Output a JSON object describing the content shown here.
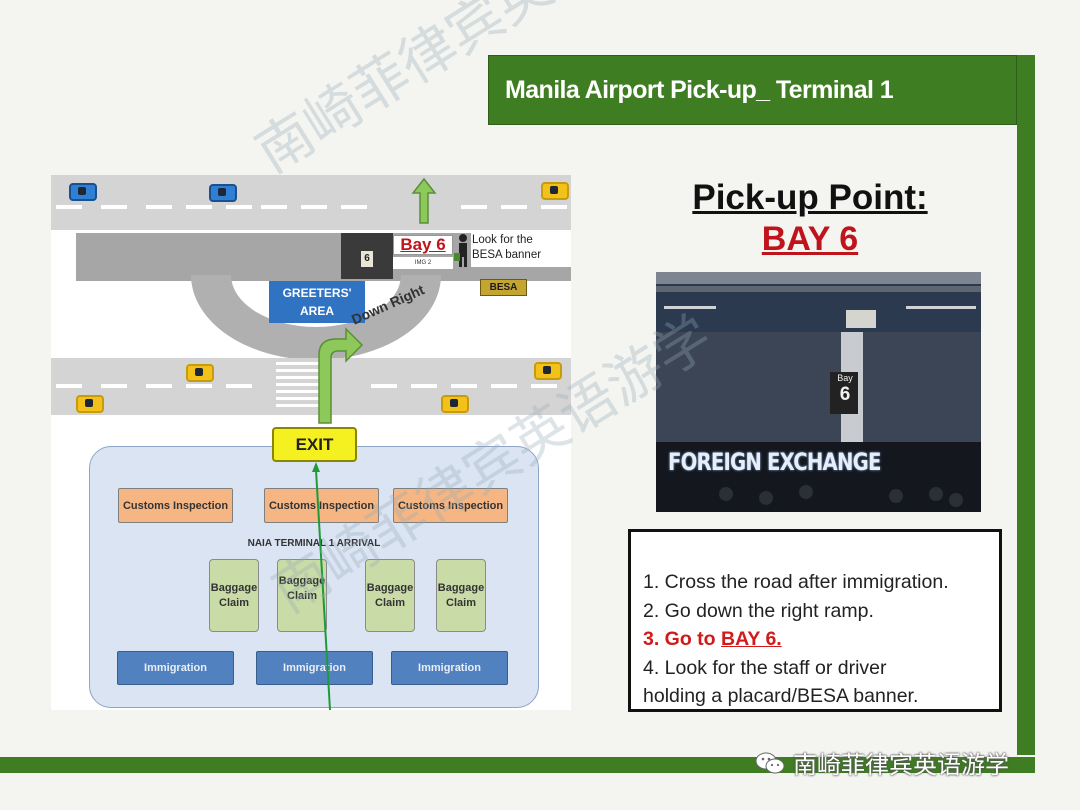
{
  "slide": {
    "title": "Manila Airport Pick-up_ Terminal 1"
  },
  "pickup": {
    "heading": "Pick-up Point:",
    "bay": "BAY 6"
  },
  "photo": {
    "bay_sign_top": "Bay",
    "bay_sign_number": "6",
    "banner": "FOREIGN EXCHANGE"
  },
  "steps": {
    "step1": "1.  Cross the road after immigration.",
    "step2": "2. Go down the right ramp.",
    "step3_prefix": "3. Go to ",
    "step3_bay": "BAY 6.",
    "step4_line1": "4. Look for the staff or driver",
    "step4_line2": "holding a placard/BESA banner."
  },
  "diagram": {
    "bay_label": "Bay 6",
    "img_label": "IMG 2",
    "sign_number": "6",
    "look_for_line1": "Look for the",
    "look_for_line2": "BESA banner",
    "besa_logo": "BESA",
    "greeters_line1": "GREETERS'",
    "greeters_line2": "AREA",
    "down_right": "Down Right",
    "exit": "EXIT",
    "terminal_label": "NAIA TERMINAL 1 ARRIVAL",
    "customs": [
      "Customs Inspection",
      "Customs Inspection",
      "Customs Inspection"
    ],
    "baggage": [
      [
        "Baggage",
        "Claim"
      ],
      [
        "Baggage",
        "Claim"
      ],
      [
        "Baggage",
        "Claim"
      ],
      [
        "Baggage",
        "Claim"
      ]
    ],
    "immigration": [
      "Immigration",
      "Immigration",
      "Immigration"
    ]
  },
  "watermark": {
    "text": "南崎菲律宾英语游学",
    "brand": "南崎菲律宾英语游学"
  },
  "colors": {
    "brand_green": "#3f7d23",
    "accent_red": "#c0141c"
  }
}
